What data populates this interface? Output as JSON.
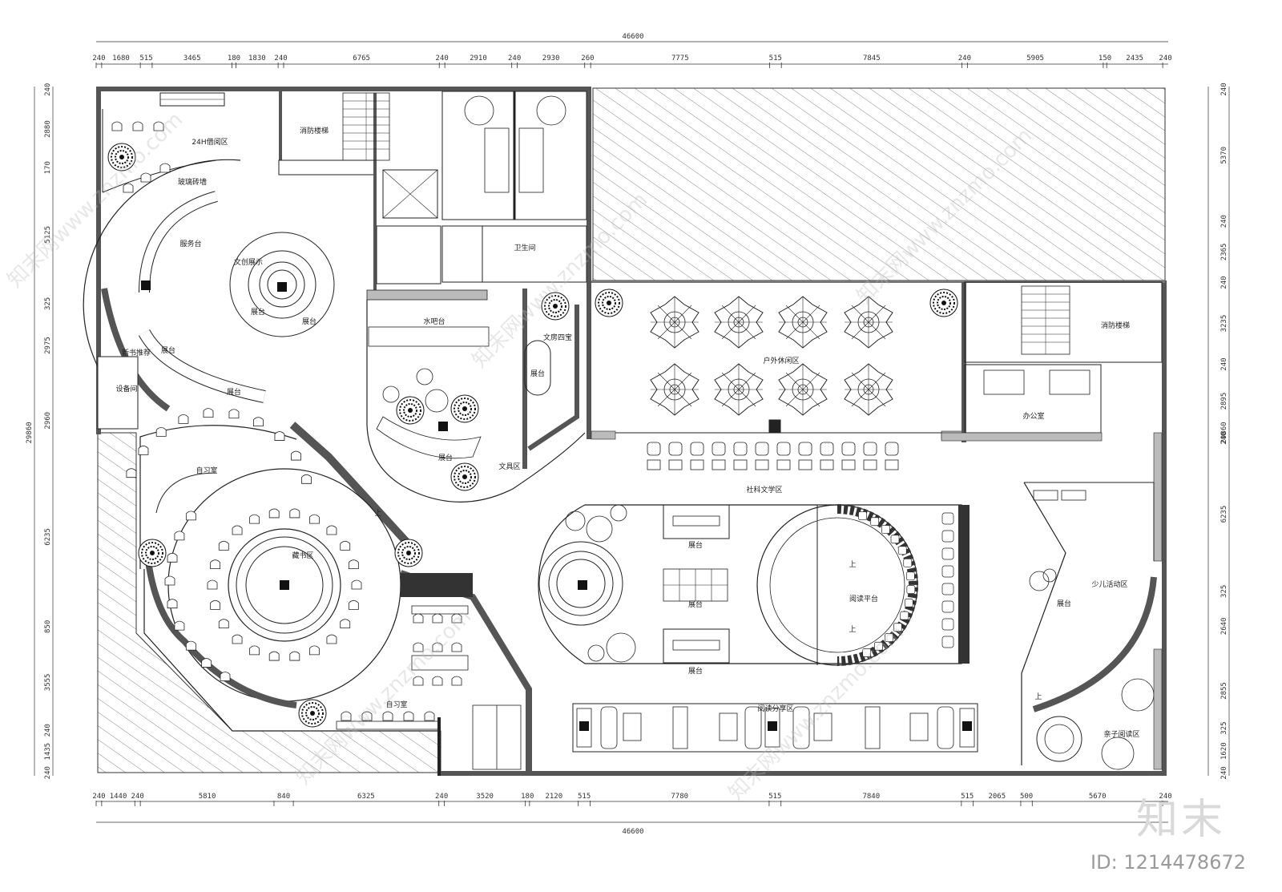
{
  "dimensions": {
    "total_top": "46600",
    "total_bottom": "46600",
    "total_left": "29860",
    "total_right": "29860",
    "top": [
      "240",
      "1680",
      "515",
      "3465",
      "180",
      "1830",
      "240",
      "6765",
      "240",
      "2910",
      "240",
      "2930",
      "260",
      "7775",
      "515",
      "7845",
      "240",
      "5905",
      "150",
      "2435",
      "240"
    ],
    "bottom": [
      "240",
      "1440",
      "240",
      "5810",
      "840",
      "6325",
      "240",
      "3520",
      "180",
      "2120",
      "515",
      "7780",
      "515",
      "7840",
      "515",
      "2065",
      "500",
      "5670",
      "240"
    ],
    "left": [
      "240",
      "2880",
      "170",
      "5125",
      "325",
      "2975",
      "2960",
      "6235",
      "850",
      "3555",
      "240",
      "1435",
      "240"
    ],
    "right": [
      "240",
      "5370",
      "240",
      "2365",
      "240",
      "3235",
      "240",
      "2895",
      "240",
      "6235",
      "325",
      "2640",
      "2855",
      "325",
      "1620",
      "240"
    ]
  },
  "rooms": {
    "reading_24h": "24H借阅区",
    "glass_brick": "玻璃砖墙",
    "fire_stair_left": "消防楼梯",
    "service_desk": "服务台",
    "cultural_display": "文创展示",
    "display_a": "展台",
    "display_b": "展台",
    "new_books": "新书推荐",
    "display_c": "展台",
    "display_d": "展台",
    "equipment": "设备间",
    "water_bar": "水吧台",
    "stationery_four": "文房四宝",
    "display_e": "展台",
    "stationery_area": "文具区",
    "display_f": "展台",
    "restroom": "卫生间",
    "outdoor_leisure": "户外休闲区",
    "fire_stair_right": "消防楼梯",
    "office": "办公室",
    "study_room_a": "自习室",
    "collection": "藏书区",
    "study_room_b": "自习室",
    "social_lit": "社科文学区",
    "display_g": "展台",
    "display_h": "展台",
    "display_i": "展台",
    "reading_platform": "阅读平台",
    "kids_activity": "少儿活动区",
    "display_j": "展台",
    "parent_child": "亲子阅读区",
    "reading_share": "阅读分享区",
    "up_a": "上",
    "up_b": "上",
    "up_c": "上",
    "up_d": "上"
  },
  "watermark": {
    "brand": "知末",
    "id": "ID: 1214478672",
    "site": "知末网www.znzmo.com"
  }
}
